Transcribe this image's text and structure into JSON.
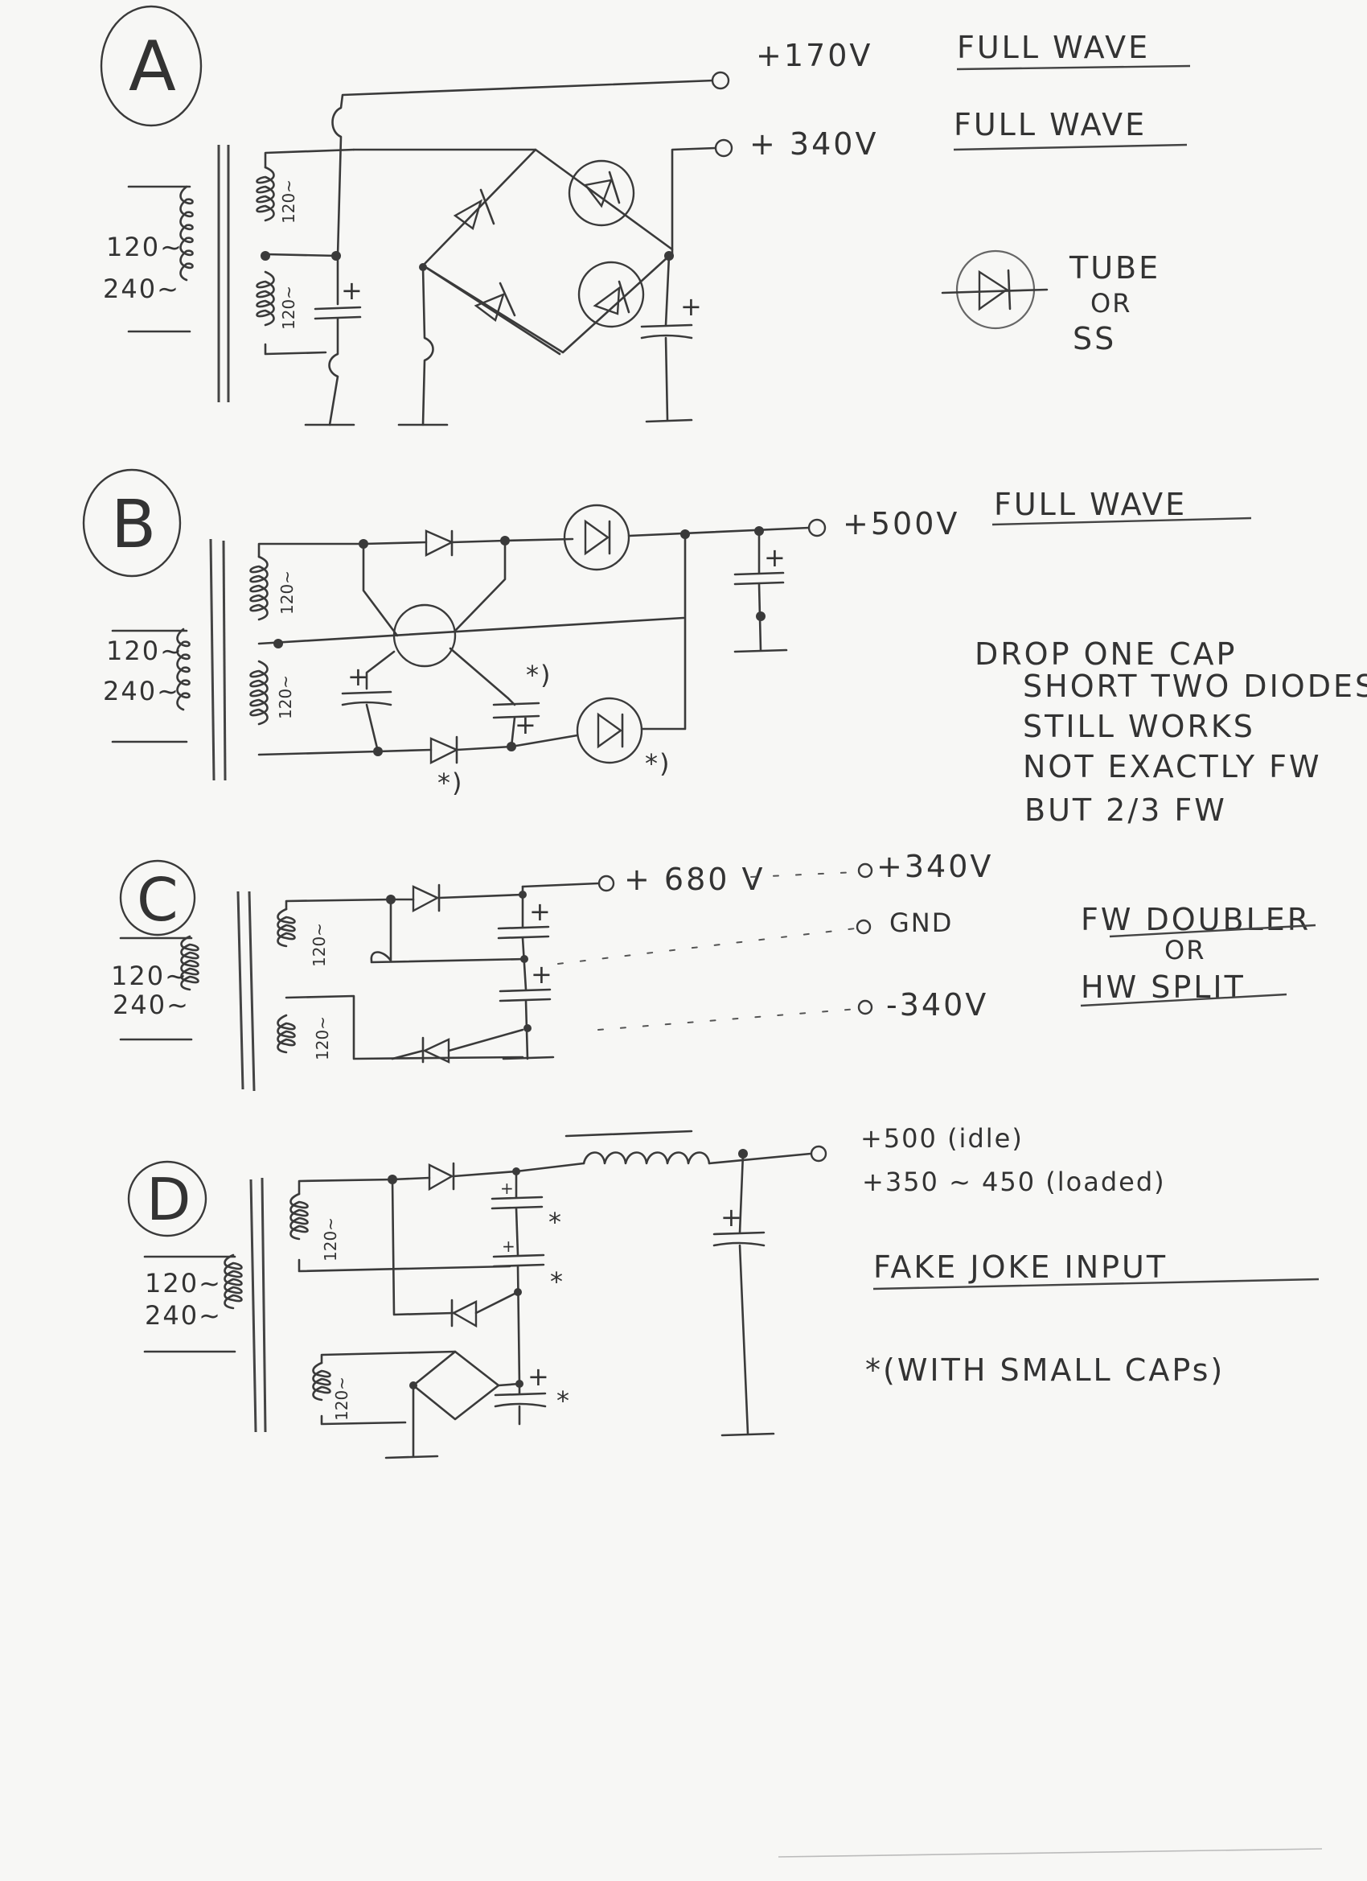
{
  "sections": {
    "A": {
      "letter": "A",
      "winding_top": "120~",
      "winding_bottom": "120~",
      "primary_line1": "120~",
      "primary_line2": "240~",
      "out1": "+170V",
      "out1_label": "FULL WAVE",
      "out2": "+ 340V",
      "out2_label": "FULL WAVE",
      "cap_plus": "+",
      "cap2_plus": "+",
      "legend_line1": "TUBE",
      "legend_line2": "OR",
      "legend_line3": "SS"
    },
    "B": {
      "letter": "B",
      "winding_top": "120~",
      "winding_bottom": "120~",
      "primary_line1": "120~",
      "primary_line2": "240~",
      "out": "+500V",
      "out_label": "FULL WAVE",
      "cap_plus": "+",
      "cap_left_plus": "+",
      "cap_mid_plus": "+",
      "star": "*)",
      "note_line1": "DROP ONE CAP",
      "note_line2": "SHORT TWO DIODES",
      "note_line3": "STILL WORKS",
      "note_line4": "NOT EXACTLY FW",
      "note_line5": "BUT 2/3 FW"
    },
    "C": {
      "letter": "C",
      "winding_top": "120~",
      "winding_bottom": "120~",
      "primary_line1": "120~",
      "primary_line2": "240~",
      "out_pos": "+ 680 V",
      "out_pos_alt": "+340V",
      "out_gnd": "GND",
      "out_neg": "-340V",
      "cap_plus": "+",
      "label_line1": "FW DOUBLER",
      "label_line2": "OR",
      "label_line3": "HW SPLIT"
    },
    "D": {
      "letter": "D",
      "winding_top": "120~",
      "winding_bottom": "120~",
      "primary_line1": "120~",
      "primary_line2": "240~",
      "out_idle": "+500 (idle)",
      "out_loaded": "+350 ~ 450 (loaded)",
      "cap_plus": "+",
      "star": "*",
      "label_title": "FAKE JOKE INPUT",
      "label_note": "*(WITH SMALL CAPs)"
    }
  }
}
